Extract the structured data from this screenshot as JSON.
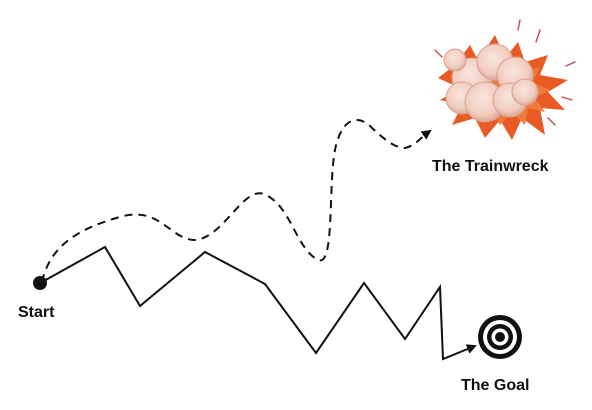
{
  "labels": {
    "start": "Start",
    "trainwreck": "The Trainwreck",
    "goal": "The Goal"
  },
  "icons": {
    "explosion": "explosion-icon",
    "target": "target-icon",
    "start_point": "start-dot-icon"
  },
  "colors": {
    "ink": "#111111",
    "cloud_fill": "#f4d6cc",
    "cloud_shade": "#e4b3a4",
    "burst_fill": "#ea5a24",
    "spark": "#c24a4a"
  }
}
